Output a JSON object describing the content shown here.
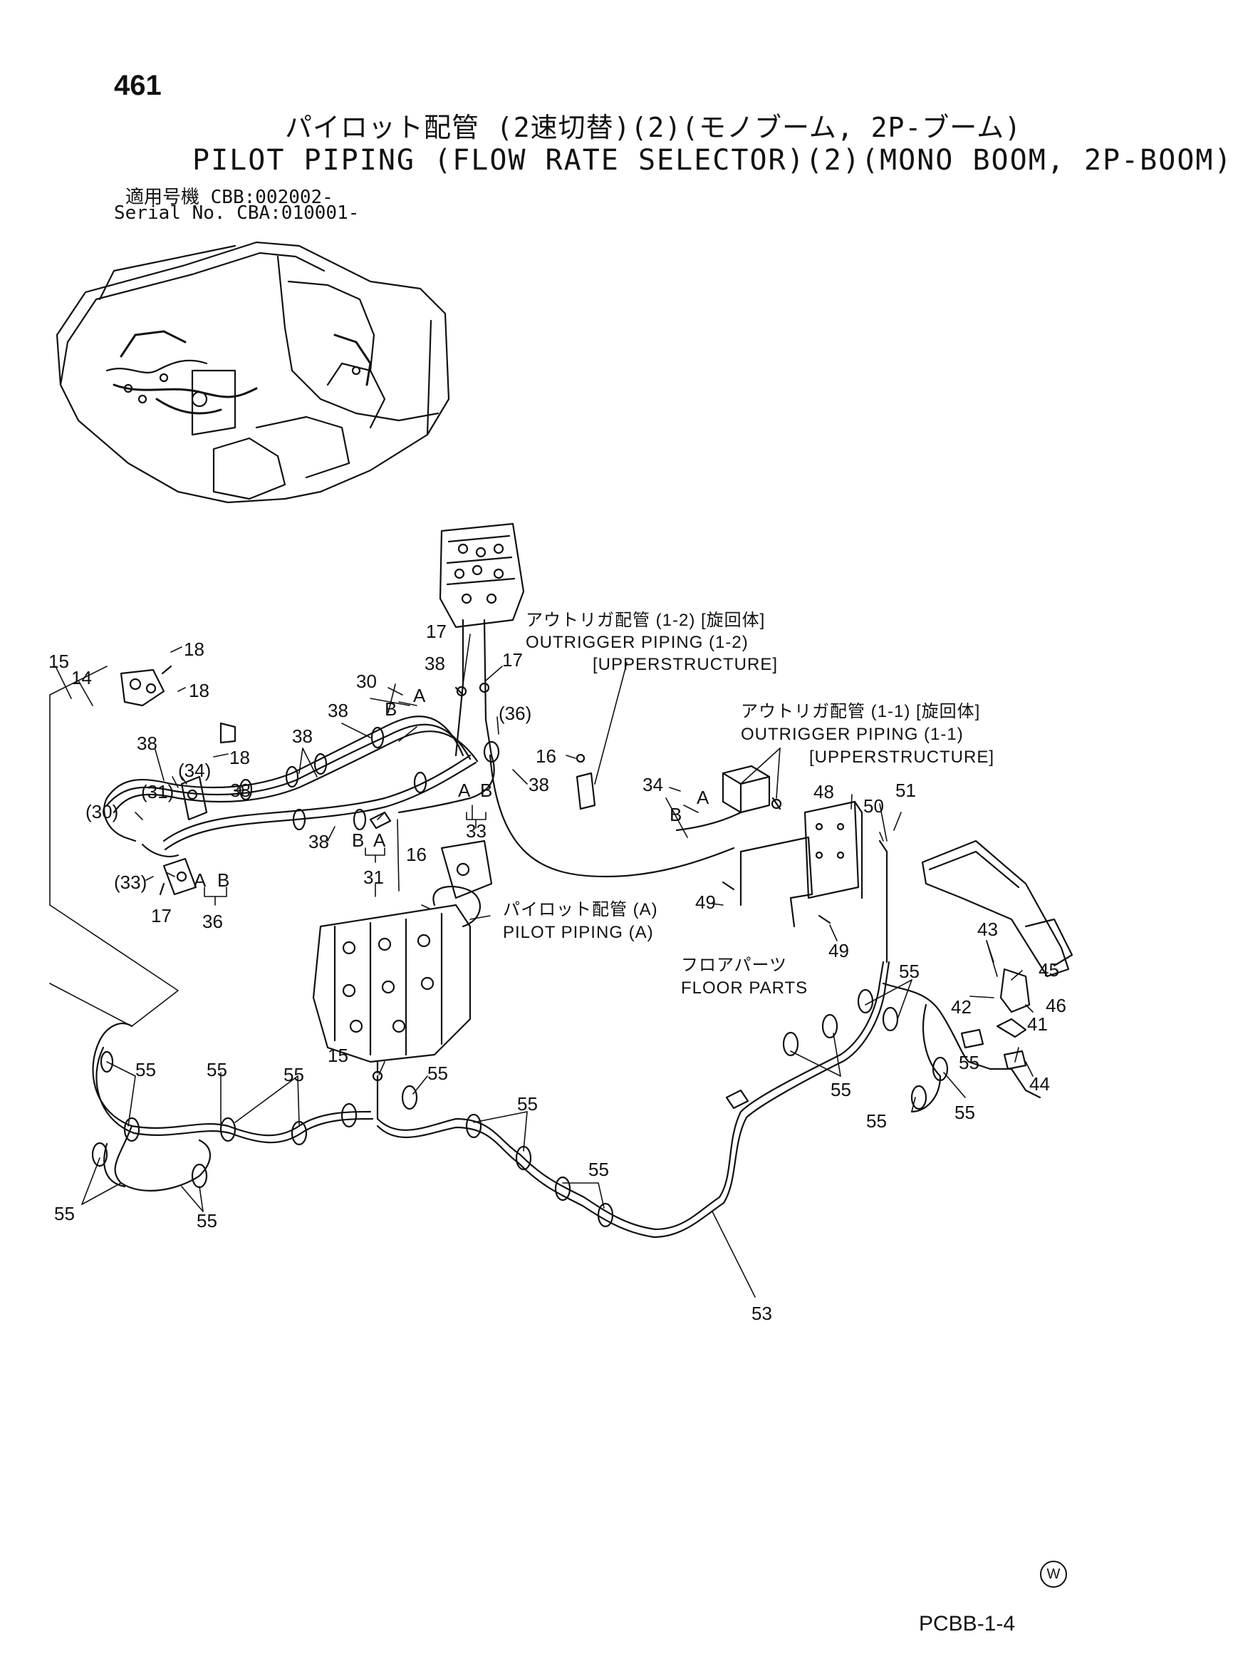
{
  "header": {
    "page_number": "461",
    "title_ja": "パイロット配管 (2速切替)(2)(モノブーム, 2P-ブーム)",
    "title_en": "PILOT PIPING (FLOW RATE SELECTOR)(2)(MONO BOOM, 2P-BOOM)",
    "serial_ja": "適用号機 CBB:002002-",
    "serial_en": "Serial No. CBA:010001-"
  },
  "footer": {
    "code": "PCBB-1-4",
    "mark": "W"
  },
  "callouts": {
    "c15a": "15",
    "c14": "14",
    "c18a": "18",
    "c18b": "18",
    "c18c": "18",
    "c38a": "38",
    "c31p": "(31)",
    "c34p": "(34)",
    "c30p": "(30)",
    "c33p": "(33)",
    "c17a": "17",
    "c36a": "36",
    "c38b": "38",
    "c38c": "38",
    "c38d": "38",
    "c38e": "38",
    "c30": "30",
    "c17b": "17",
    "c17c": "17",
    "c38f": "38",
    "c36p": "(36)",
    "c38g": "38",
    "c33": "33",
    "c31": "31",
    "c16a": "16",
    "c16b": "16",
    "c34": "34",
    "c48": "48",
    "c50": "50",
    "c51": "51",
    "c49a": "49",
    "c49b": "49",
    "c43": "43",
    "c45": "45",
    "c46": "46",
    "c42": "42",
    "c41": "41",
    "c44": "44",
    "c15b": "15",
    "c53": "53",
    "c55a": "55",
    "c55b": "55",
    "c55c": "55",
    "c55d": "55",
    "c55e": "55",
    "c55f": "55",
    "c55g": "55",
    "c55h": "55",
    "c55i": "55",
    "c55j": "55",
    "c55k": "55",
    "c55l": "55",
    "c55m": "55"
  },
  "letters": {
    "a36": "A",
    "b36": "B",
    "a30": "A",
    "b30": "B",
    "a33": "A",
    "b33": "B",
    "b31": "B",
    "a31": "A",
    "a34": "A",
    "b34": "B"
  },
  "notes": {
    "outrigger12_ja": "アウトリガ配管 (1-2) [旋回体]",
    "outrigger12_en": "OUTRIGGER PIPING (1-2)",
    "outrigger12_sub": "[UPPERSTRUCTURE]",
    "outrigger11_ja": "アウトリガ配管 (1-1) [旋回体]",
    "outrigger11_en": "OUTRIGGER PIPING (1-1)",
    "outrigger11_sub": "[UPPERSTRUCTURE]",
    "pilot_a_ja": "パイロット配管 (A)",
    "pilot_a_en": "PILOT PIPING (A)",
    "floor_ja": "フロアパーツ",
    "floor_en": "FLOOR PARTS"
  }
}
